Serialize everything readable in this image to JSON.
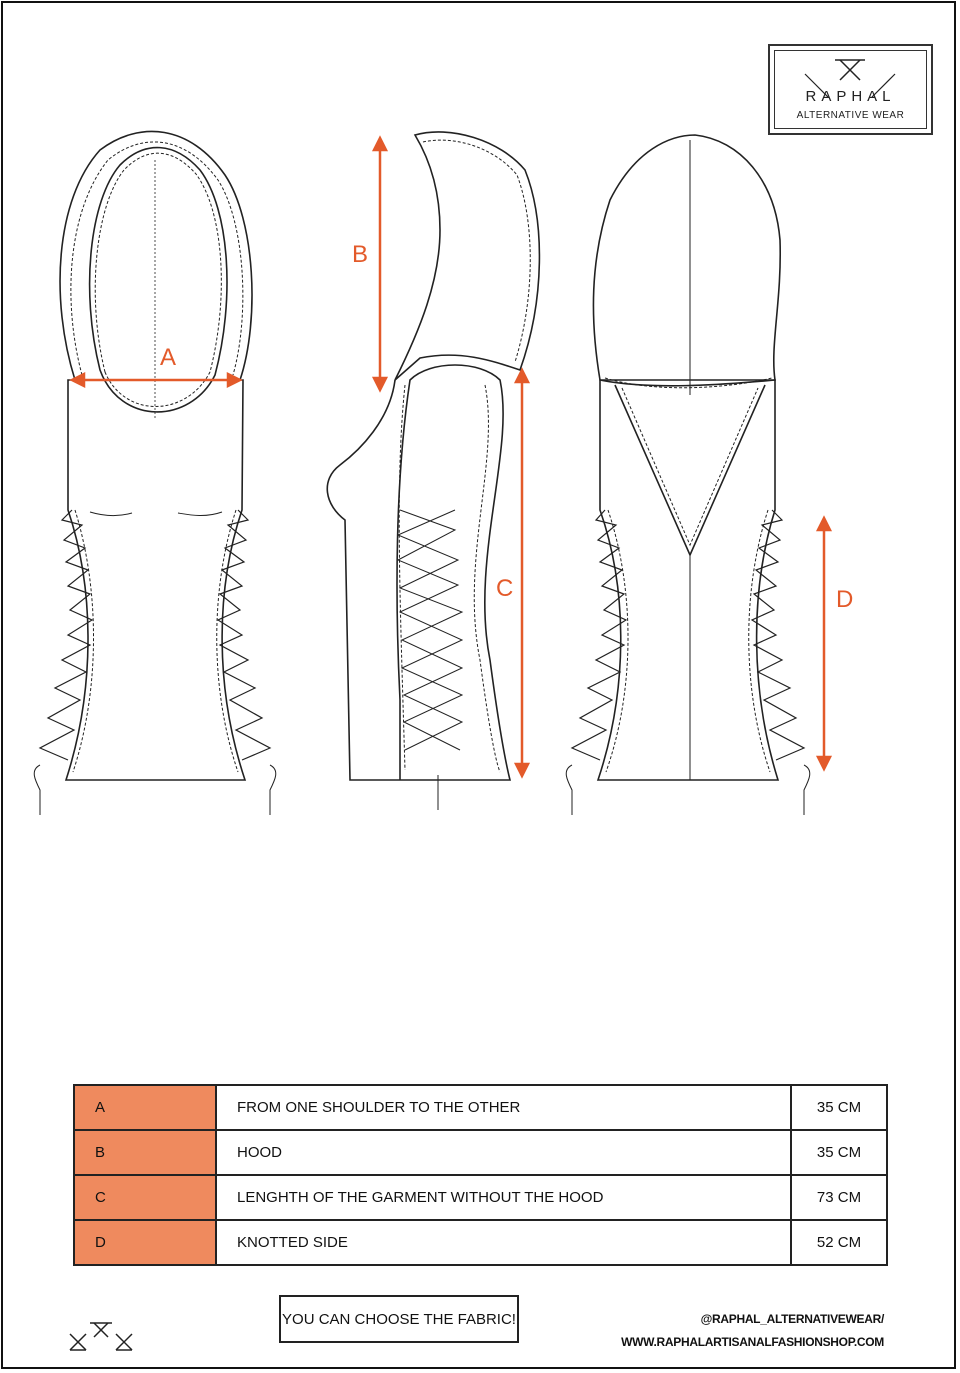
{
  "brand": {
    "name": "RAPHAL",
    "tagline": "ALTERNATIVE WEAR"
  },
  "dimension_labels": {
    "a": "A",
    "b": "B",
    "c": "C",
    "d": "D"
  },
  "accent_color": "#e35a2a",
  "table_color": "#ef8a5e",
  "measurements": [
    {
      "code": "A",
      "description": "FROM ONE SHOULDER TO THE OTHER",
      "value": "35 CM"
    },
    {
      "code": "B",
      "description": "HOOD",
      "value": "35 CM"
    },
    {
      "code": "C",
      "description": "LENGHTH OF THE GARMENT WITHOUT THE HOOD",
      "value": "73 CM"
    },
    {
      "code": "D",
      "description": "KNOTTED SIDE",
      "value": "52 CM"
    }
  ],
  "fabric_note": "YOU CAN CHOOSE THE FABRIC!",
  "footer": {
    "social": "@RAPHAL_ALTERNATIVEWEAR/",
    "website": "WWW.RAPHALARTISANALFASHIONSHOP.COM"
  }
}
